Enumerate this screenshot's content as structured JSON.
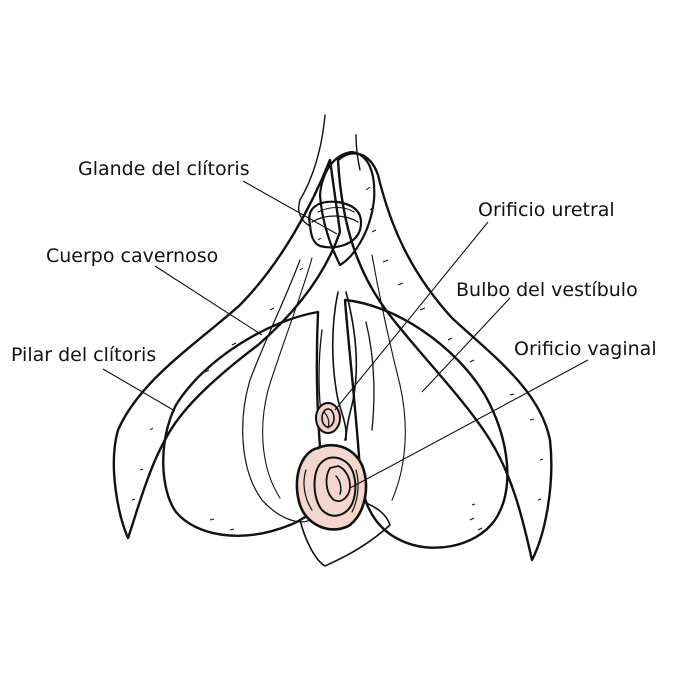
{
  "colors": {
    "erectile_pink": "#e8b1be",
    "bulb_skin": "#f7e3dc",
    "ink": "#111111",
    "background": "#ffffff"
  },
  "labels": {
    "glans": "Glande del clítoris",
    "body": "Cuerpo cavernoso",
    "crus": "Pilar del clítoris",
    "urethral_orifice": "Orificio uretral",
    "vestibular_bulb": "Bulbo del vestíbulo",
    "vaginal_orifice": "Orificio vaginal"
  }
}
